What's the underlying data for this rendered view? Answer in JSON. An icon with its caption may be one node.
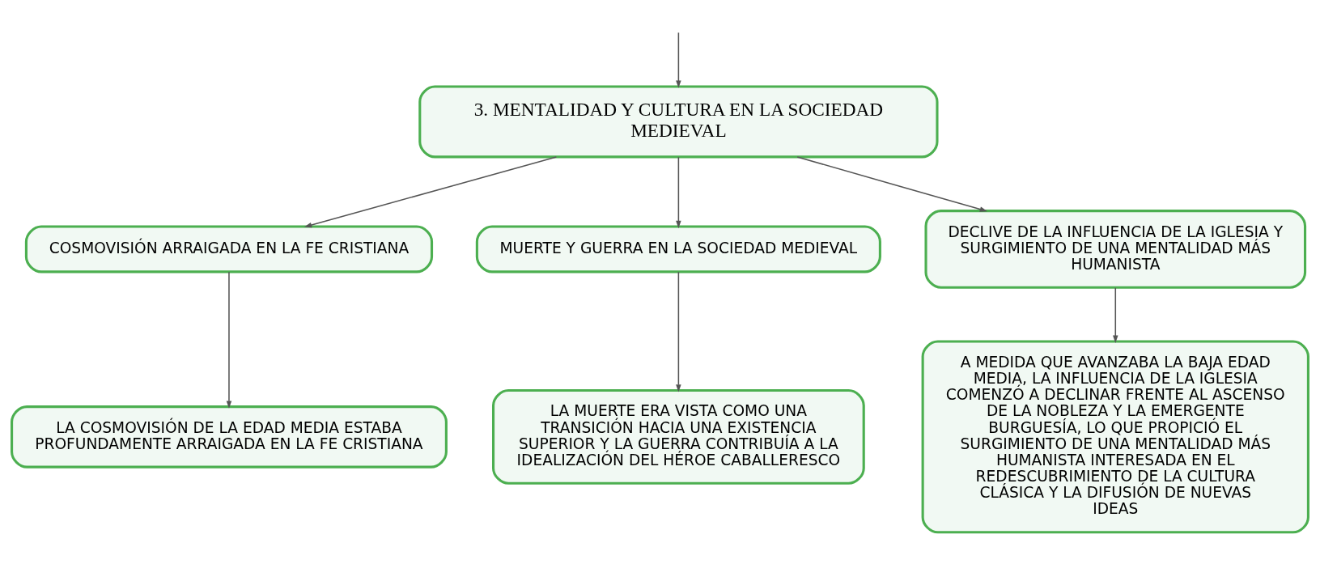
{
  "diagram": {
    "nodes": [
      {
        "text": [
          "3. MENTALIDAD Y CULTURA EN LA SOCIEDAD MEDIEVAL"
        ]
      },
      {
        "text": [
          "COSMOVISIÓN ARRAIGADA EN LA FE CRISTIANA"
        ]
      },
      {
        "text": [
          "MUERTE Y GUERRA EN LA SOCIEDAD MEDIEVAL"
        ]
      },
      {
        "text": [
          "DECLIVE DE LA INFLUENCIA DE LA IGLESIA Y SURGIMIENTO DE UNA MENTALIDAD MÁS HUMANISTA"
        ]
      },
      {
        "text": [
          "LA COSMOVISIÓN DE LA EDAD MEDIA ESTABA PROFUNDAMENTE ARRAIGADA EN LA FE CRISTIANA"
        ]
      },
      {
        "text": [
          "LA MUERTE ERA VISTA COMO UNA TRANSICIÓN HACIA UNA EXISTENCIA SUPERIOR Y LA GUERRA CONTRIBUÍA A LA IDEALIZACIÓN DEL HÉROE CABALLERESCO"
        ]
      },
      {
        "text": [
          "A MEDIDA QUE AVANZABA LA BAJA EDAD MEDIA, LA INFLUENCIA DE LA IGLESIA COMENZÓ A DECLINAR FRENTE AL ASCENSO DE LA NOBLEZA Y LA EMERGENTE BURGUESÍA, LO QUE PROPICIÓ EL SURGIMIENTO DE UNA MENTALIDAD MÁS HUMANISTA INTERESADA EN EL REDESCUBRIMIENTO DE LA CULTURA CLÁSICA Y LA DIFUSIÓN DE NUEVAS IDEAS"
        ]
      }
    ],
    "edges": [
      {
        "from": null,
        "to": 0,
        "arrow": "to"
      },
      {
        "from": 0,
        "to": 1,
        "arrow": "to"
      },
      {
        "from": 0,
        "to": 2,
        "arrow": "to"
      },
      {
        "from": 0,
        "to": 3,
        "arrow": "to"
      },
      {
        "from": 1,
        "to": 4,
        "arrow": "to"
      },
      {
        "from": 2,
        "to": 5,
        "arrow": "to"
      },
      {
        "from": 3,
        "to": 6,
        "arrow": "to"
      }
    ]
  }
}
